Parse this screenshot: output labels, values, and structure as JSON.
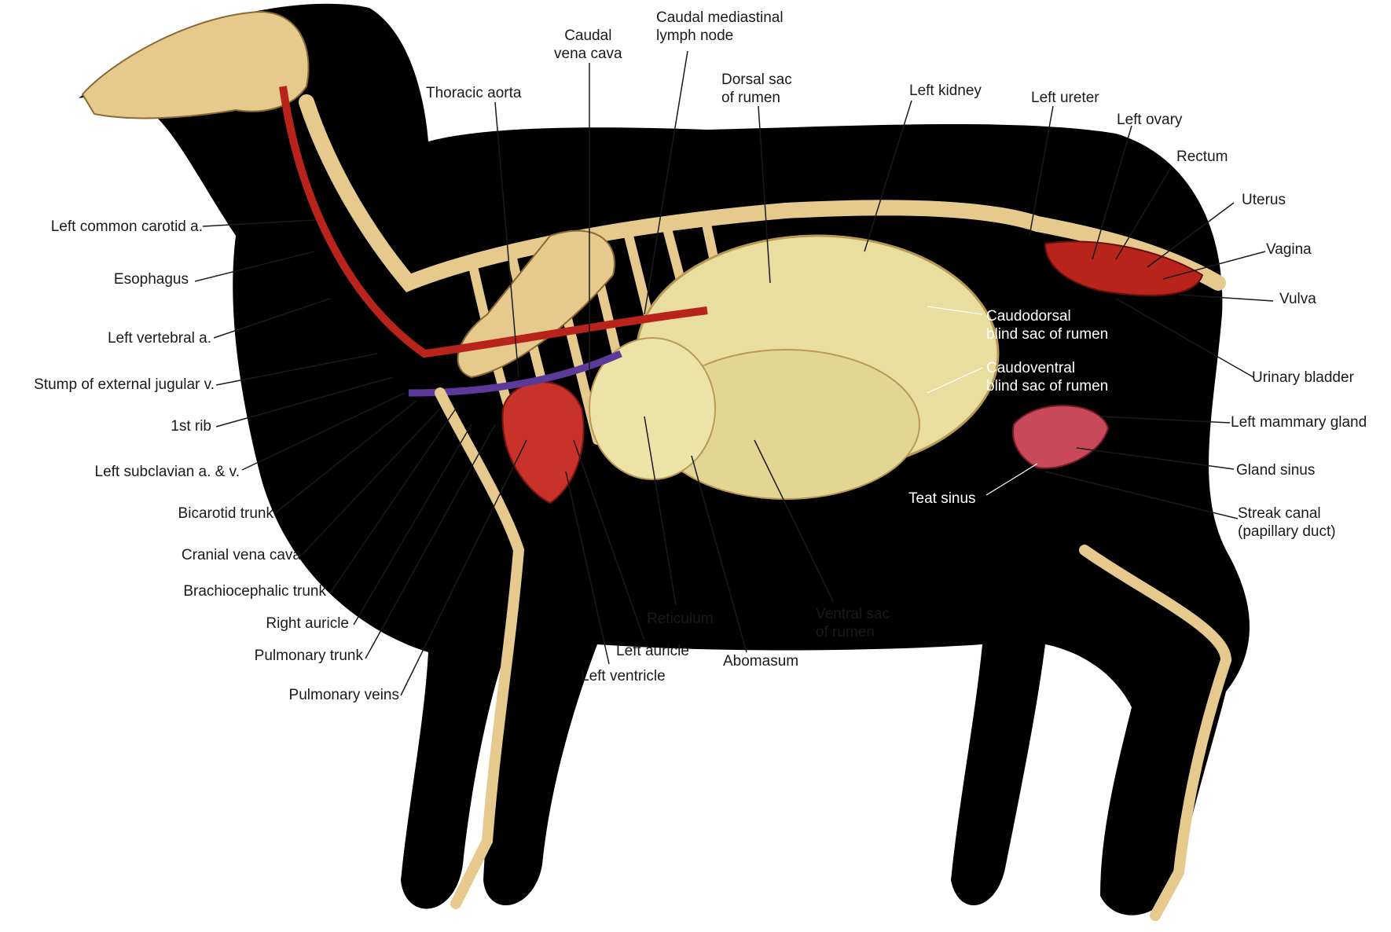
{
  "colors": {
    "silhouette": "#000000",
    "bone": "#e6c98c",
    "rumen": "#e9dda0",
    "artery": "#b8231c",
    "vein": "#5b3a99",
    "heart": "#c8322a",
    "leader_dark": "#1a1a1a",
    "leader_light": "#ffffff"
  },
  "labels": {
    "caudal_vena_cava": [
      "Caudal",
      "vena cava"
    ],
    "caudal_mediastinal": [
      "Caudal mediastinal",
      "lymph node"
    ],
    "thoracic_aorta": [
      "Thoracic aorta"
    ],
    "dorsal_sac": [
      "Dorsal sac",
      "of rumen"
    ],
    "left_kidney": [
      "Left kidney"
    ],
    "left_ureter": [
      "Left ureter"
    ],
    "left_ovary": [
      "Left ovary"
    ],
    "rectum": [
      "Rectum"
    ],
    "uterus": [
      "Uterus"
    ],
    "vagina": [
      "Vagina"
    ],
    "vulva": [
      "Vulva"
    ],
    "caudodorsal": [
      "Caudodorsal",
      "blind sac of rumen"
    ],
    "caudoventral": [
      "Caudoventral",
      "blind sac of rumen"
    ],
    "urinary_bladder": [
      "Urinary bladder"
    ],
    "left_mammary_gland": [
      "Left mammary gland"
    ],
    "gland_sinus": [
      "Gland sinus"
    ],
    "teat_sinus": [
      "Teat sinus"
    ],
    "streak_canal": [
      "Streak canal",
      "(papillary duct)"
    ],
    "left_common_carotid": [
      "Left common carotid a."
    ],
    "esophagus": [
      "Esophagus"
    ],
    "left_vertebral": [
      "Left vertebral a."
    ],
    "stump_jugular": [
      "Stump of external jugular v."
    ],
    "first_rib": [
      "1st rib"
    ],
    "left_subclavian": [
      "Left subclavian a. & v."
    ],
    "bicarotid_trunk": [
      "Bicarotid trunk"
    ],
    "cranial_vena_cava": [
      "Cranial vena cava"
    ],
    "brachiocephalic_trunk": [
      "Brachiocephalic trunk"
    ],
    "right_auricle": [
      "Right auricle"
    ],
    "pulmonary_trunk": [
      "Pulmonary trunk"
    ],
    "pulmonary_veins": [
      "Pulmonary veins"
    ],
    "reticulum": [
      "Reticulum"
    ],
    "left_auricle": [
      "Left auricle"
    ],
    "left_ventricle": [
      "Left ventricle"
    ],
    "abomasum": [
      "Abomasum"
    ],
    "ventral_sac": [
      "Ventral sac",
      "of rumen"
    ]
  }
}
